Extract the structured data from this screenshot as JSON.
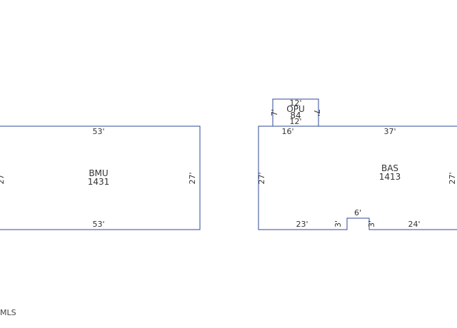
{
  "sketch": {
    "line_color": "#2f4a9a",
    "left_area": {
      "code": "BMU",
      "sqft": "1431",
      "top_dim": "53'",
      "bottom_dim": "53'",
      "left_dim": "27'",
      "right_dim": "27'"
    },
    "right_area": {
      "code": "BAS",
      "sqft": "1413",
      "top_dim_a": "16'",
      "top_dim_b": "37'",
      "left_dim": "27'",
      "right_dim": "27'",
      "bottom_dim_a": "23'",
      "bottom_dim_b": "24'",
      "notch_left": "3'",
      "notch_right": "3'",
      "notch_top": "6'"
    },
    "porch": {
      "code": "OPU",
      "sqft": "84",
      "top_dim": "12'",
      "bottom_dim": "12'",
      "left_dim": "7'",
      "right_dim": "7'"
    }
  },
  "watermark": "MLS"
}
